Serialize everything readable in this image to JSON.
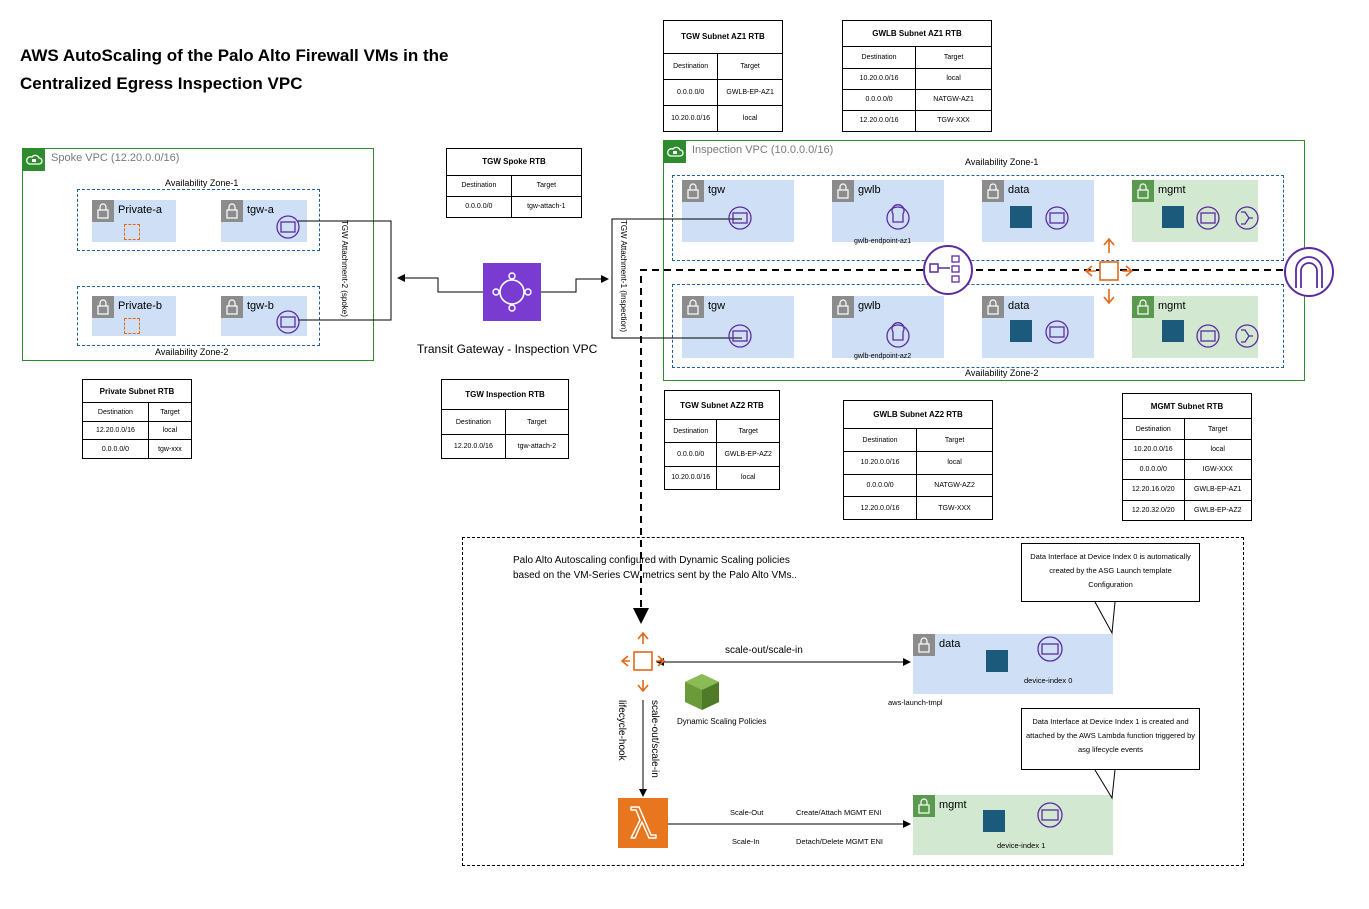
{
  "title": {
    "line1": "AWS AutoScaling of the Palo Alto Firewall VMs in the",
    "line2": "Centralized Egress Inspection VPC"
  },
  "spoke_vpc": {
    "label": "Spoke VPC (12.20.0.0/16)",
    "az1_label": "Availability Zone-1",
    "az2_label": "Availability Zone-2",
    "subnets": [
      "Private-a",
      "tgw-a",
      "Private-b",
      "tgw-b"
    ],
    "attachment_label": "TGW Attachment-2 (spoke)"
  },
  "transit_gateway": {
    "label": "Transit Gateway - Inspection VPC",
    "attachment_label": "TGW Attachment-1 (Inspection)"
  },
  "inspection_vpc": {
    "label": "Inspection VPC (10.0.0.0/16)",
    "az1_label": "Availability Zone-1",
    "az2_label": "Availability Zone-2",
    "subnets_az1": [
      "tgw",
      "gwlb",
      "data",
      "mgmt"
    ],
    "subnets_az2": [
      "tgw",
      "gwlb",
      "data",
      "mgmt"
    ],
    "endpoint_az1": "gwlb-endpoint-az1",
    "endpoint_az2": "gwlb-endpoint-az2"
  },
  "tables": {
    "tgw_subnet_az1": {
      "title": "TGW Subnet AZ1 RTB",
      "headers": [
        "Destination",
        "Target"
      ],
      "rows": [
        [
          "0.0.0.0/0",
          "GWLB-EP-AZ1"
        ],
        [
          "10.20.0.0/16",
          "local"
        ]
      ]
    },
    "gwlb_subnet_az1": {
      "title": "GWLB Subnet AZ1 RTB",
      "headers": [
        "Destination",
        "Target"
      ],
      "rows": [
        [
          "10.20.0.0/16",
          "local"
        ],
        [
          "0.0.0.0/0",
          "NATGW-AZ1"
        ],
        [
          "12.20.0.0/16",
          "TGW-XXX"
        ]
      ]
    },
    "tgw_spoke": {
      "title": "TGW Spoke RTB",
      "headers": [
        "Destination",
        "Target"
      ],
      "rows": [
        [
          "0.0.0.0/0",
          "tgw-attach-1"
        ]
      ]
    },
    "private_subnet": {
      "title": "Private Subnet RTB",
      "headers": [
        "Destination",
        "Target"
      ],
      "rows": [
        [
          "12.20.0.0/16",
          "local"
        ],
        [
          "0.0.0.0/0",
          "tgw-xxx"
        ]
      ]
    },
    "tgw_inspection": {
      "title": "TGW Inspection RTB",
      "headers": [
        "Destination",
        "Target"
      ],
      "rows": [
        [
          "12.20.0.0/16",
          "tgw-attach-2"
        ]
      ]
    },
    "tgw_subnet_az2": {
      "title": "TGW Subnet AZ2 RTB",
      "headers": [
        "Destination",
        "Target"
      ],
      "rows": [
        [
          "0.0.0.0/0",
          "GWLB-EP-AZ2"
        ],
        [
          "10.20.0.0/16",
          "local"
        ]
      ]
    },
    "gwlb_subnet_az2": {
      "title": "GWLB Subnet AZ2 RTB",
      "headers": [
        "Destination",
        "Target"
      ],
      "rows": [
        [
          "10.20.0.0/16",
          "local"
        ],
        [
          "0.0.0.0/0",
          "NATGW-AZ2"
        ],
        [
          "12.20.0.0/16",
          "TGW-XXX"
        ]
      ]
    },
    "mgmt_subnet": {
      "title": "MGMT Subnet RTB",
      "headers": [
        "Destination",
        "Target"
      ],
      "rows": [
        [
          "10.20.0.0/16",
          "local"
        ],
        [
          "0.0.0.0/0",
          "IGW-XXX"
        ],
        [
          "12.20.16.0/20",
          "GWLB-EP-AZ1"
        ],
        [
          "12.20.32.0/20",
          "GWLB-EP-AZ2"
        ]
      ]
    }
  },
  "autoscaling": {
    "description_line1": "Palo Alto Autoscaling configured with Dynamic Scaling policies",
    "description_line2": "based on the VM-Series CW metrics sent by the Palo Alto VMs..",
    "scale_label": "scale-out/scale-in",
    "lifecycle_label": "lifecycle-hook",
    "vertical_scale_label": "scale-out/scale-in",
    "policies_label": "Dynamic Scaling Policies",
    "launch_tmpl_label": "aws-launch-tmpl",
    "data_subnet": "data",
    "data_device": "device-index 0",
    "mgmt_subnet": "mgmt",
    "mgmt_device": "device-index 1",
    "scale_out_label": "Scale-Out",
    "scale_in_label": "Scale-In",
    "create_label": "Create/Attach MGMT ENI",
    "detach_label": "Detach/Delete MGMT ENI",
    "callout1": "Data Interface at Device Index 0 is automatically created by the ASG Launch template Configuration",
    "callout2": "Data Interface at Device Index 1 is created and attached by the AWS Lambda function triggered by asg lifecycle events"
  },
  "colors": {
    "vpc_border": "#2e8b2e",
    "subnet_blue": "#cfe0f6",
    "subnet_green": "#d3e8d0",
    "accent_purple": "#5a2ca0",
    "accent_orange": "#e2681b"
  }
}
